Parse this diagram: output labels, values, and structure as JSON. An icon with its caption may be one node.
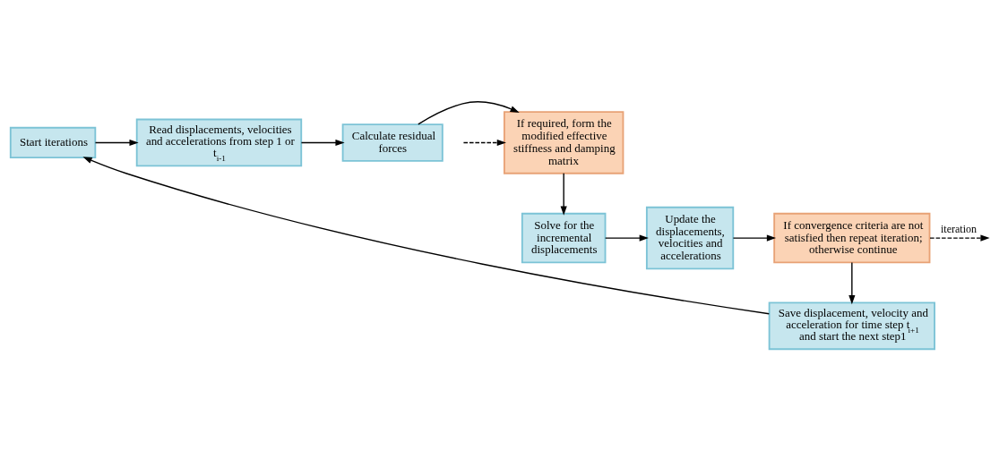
{
  "diagram": {
    "nodes": [
      {
        "text": [
          "Start iterations"
        ]
      },
      {
        "text": [
          "Read displacements, velocities and accelerations from step 1 or t$_{i-1}$"
        ]
      },
      {
        "text": [
          "Calculate residual forces"
        ]
      },
      {
        "text": [
          "If required, form the modified effective stiffness and damping matrix"
        ]
      },
      {
        "text": [
          "Solve for the incremental displacements"
        ]
      },
      {
        "text": [
          "Update the displacements, velocities and accelerations"
        ]
      },
      {
        "text": [
          "If convergence criteria are not satisfied then repeat iteration; otherwise continue"
        ]
      },
      {
        "text": [
          "Save displacement, velocity and acceleration for time step t$_{i+1}$ and start the next step1"
        ]
      }
    ],
    "edges": [
      {
        "from": 0,
        "to": 1,
        "arrow": "to"
      },
      {
        "from": 1,
        "to": 2,
        "arrow": "to"
      },
      {
        "from": 2,
        "to": 3,
        "arrow": "to"
      },
      {
        "from": 3,
        "to": 4,
        "arrow": "to"
      },
      {
        "from": 4,
        "to": 5,
        "arrow": "to"
      },
      {
        "from": 5,
        "to": 6,
        "arrow": "to"
      },
      {
        "from": 6,
        "to": 7,
        "arrow": "to"
      },
      {
        "from": 7,
        "to": 0,
        "arrow": "to"
      },
      {
        "from": 6,
        "to": null,
        "arrow": "to",
        "label": "iteration",
        "style": "dashed"
      },
      {
        "from": null,
        "to": 3,
        "arrow": "to",
        "style": "dashed"
      }
    ]
  }
}
